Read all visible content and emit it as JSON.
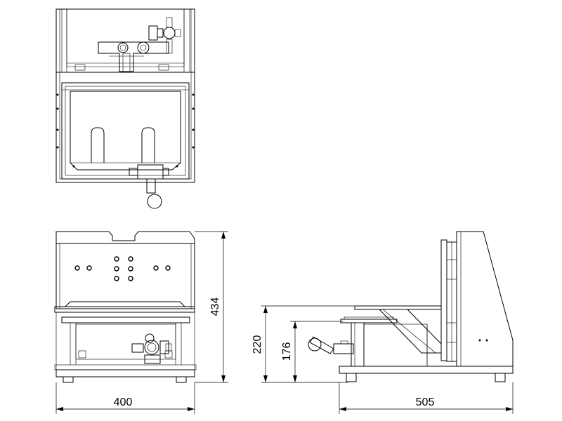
{
  "dimensions": {
    "width_front": "400",
    "width_side": "505",
    "height_overall": "434",
    "height_upper": "220",
    "height_lower": "176"
  }
}
